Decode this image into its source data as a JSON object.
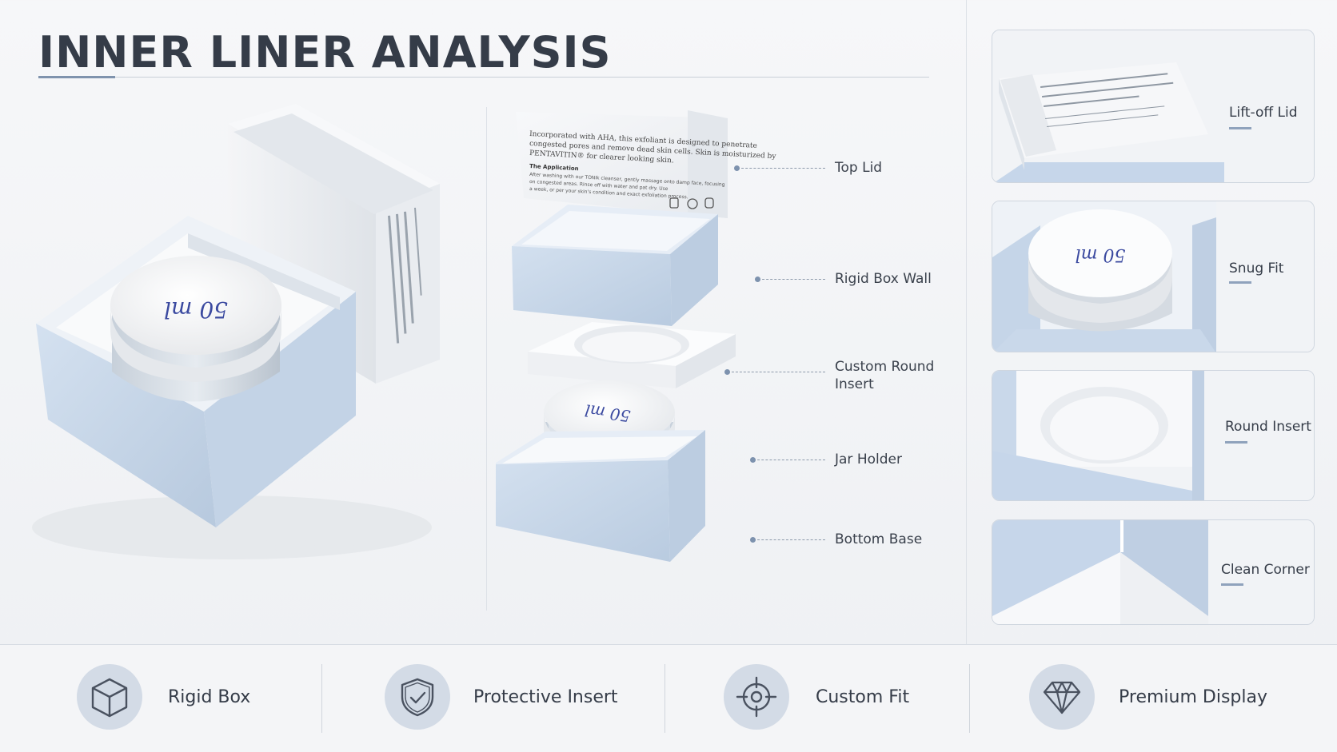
{
  "title": "INNER LINER ANALYSIS",
  "hero": {
    "jar_lid_text": "50 ml"
  },
  "exploded": {
    "lid_text": {
      "line1": "Incorporated with AHA, this exfoliant is designed to penetrate",
      "line2": "congested pores and remove dead skin cells. Skin is moisturized by",
      "line3": "PENTAVITIN® for clearer looking skin.",
      "heading": "The Application",
      "body1": "After washing with our TONIk cleanser, gently massage onto damp face, focusing",
      "body2": "on congested areas. Rinse off with water and pat dry. Use",
      "body3": "a week, or per your skin's condition and exact exfoliation process."
    },
    "jar_lid_text": "50 ml",
    "callouts": [
      {
        "label": "Top Lid"
      },
      {
        "label": "Rigid Box Wall"
      },
      {
        "label": "Custom Round\nInsert"
      },
      {
        "label": "Jar Holder"
      },
      {
        "label": "Bottom Base"
      }
    ]
  },
  "side_cards": [
    {
      "label": "Lift-off Lid"
    },
    {
      "label": "Snug Fit"
    },
    {
      "label": "Round Insert"
    },
    {
      "label": "Clean Corner"
    }
  ],
  "features": [
    {
      "label": "Rigid Box",
      "icon": "cube-icon"
    },
    {
      "label": "Protective Insert",
      "icon": "shield-check-icon"
    },
    {
      "label": "Custom Fit",
      "icon": "crosshair-icon"
    },
    {
      "label": "Premium Display",
      "icon": "diamond-icon"
    }
  ],
  "colors": {
    "box_blue": "#c9d8ea",
    "accent": "#7f93ad",
    "jar_text": "#3b4aa0"
  }
}
